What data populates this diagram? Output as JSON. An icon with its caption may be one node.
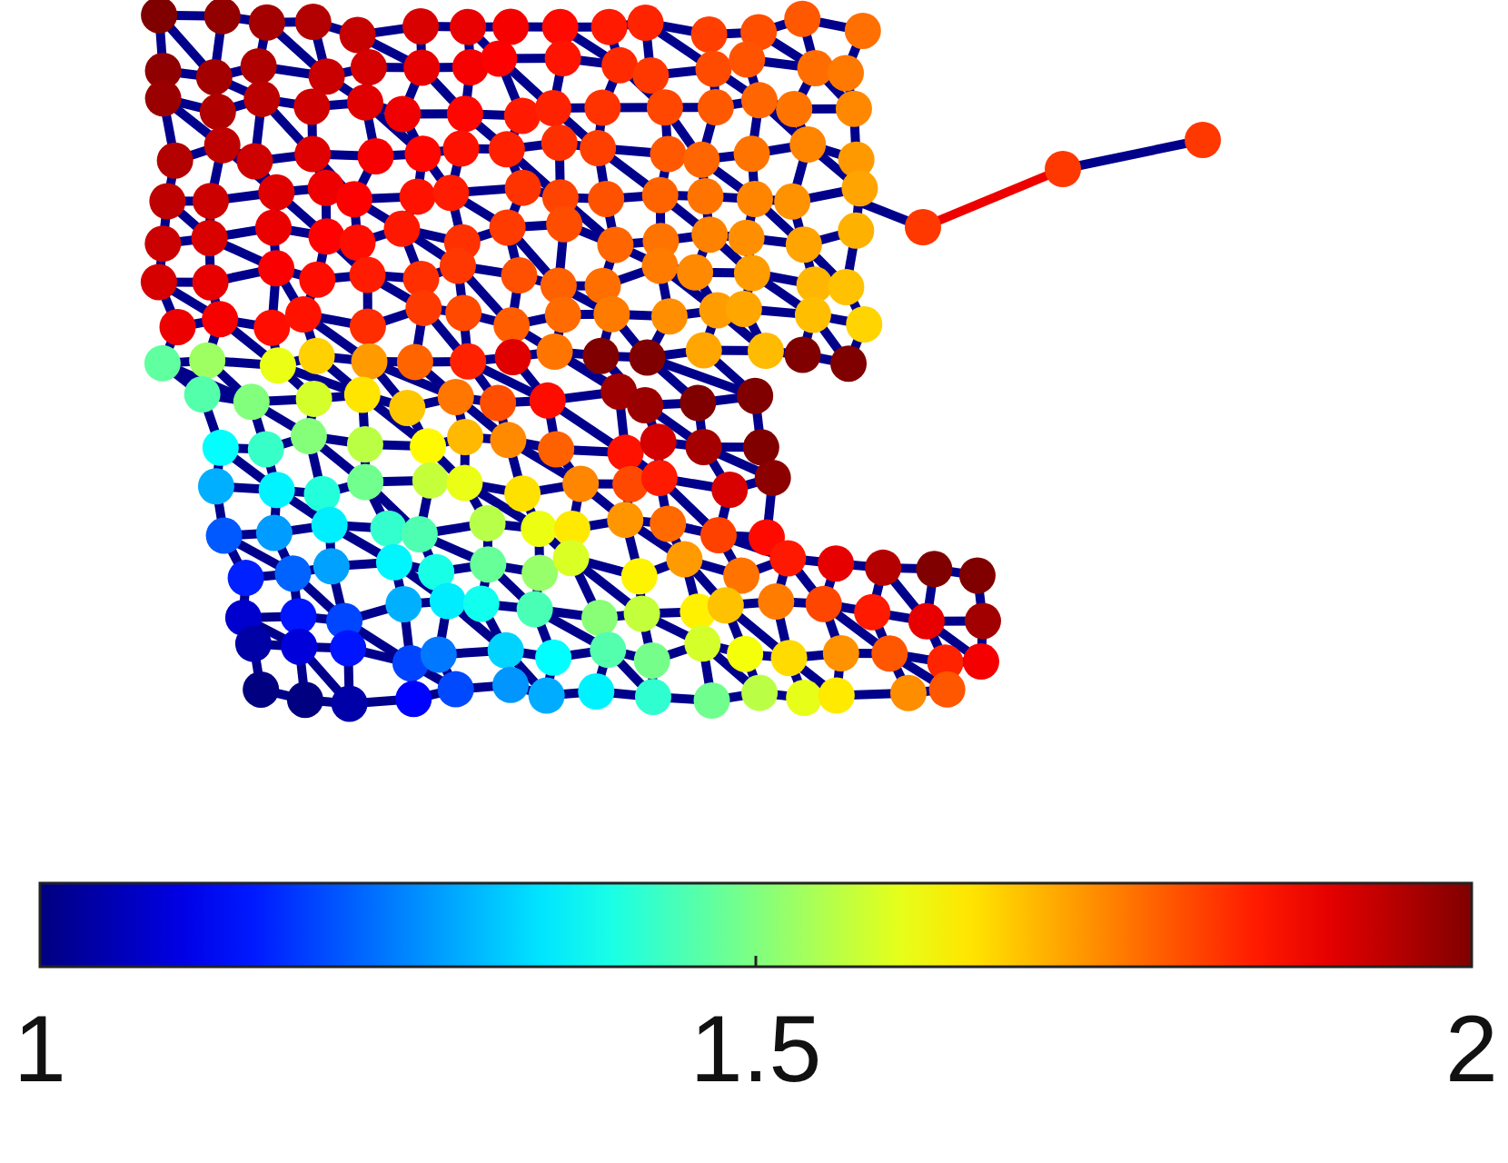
{
  "diagram": {
    "labels": [
      "1",
      "1.5",
      "2"
    ]
  }
}
